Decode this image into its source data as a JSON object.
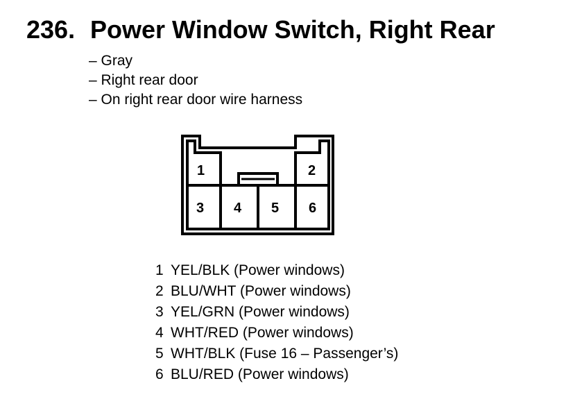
{
  "title": {
    "number": "236.",
    "text": "Power Window Switch, Right Rear"
  },
  "description": [
    "– Gray",
    "– Right rear door",
    "– On right rear door wire harness"
  ],
  "connector": {
    "cavities": [
      "1",
      "2",
      "3",
      "4",
      "5",
      "6"
    ]
  },
  "pins": [
    {
      "num": "1",
      "text": "YEL/BLK (Power windows)"
    },
    {
      "num": "2",
      "text": "BLU/WHT (Power windows)"
    },
    {
      "num": "3",
      "text": "YEL/GRN (Power windows)"
    },
    {
      "num": "4",
      "text": "WHT/RED (Power windows)"
    },
    {
      "num": "5",
      "text": "WHT/BLK (Fuse 16 – Passenger’s)"
    },
    {
      "num": "6",
      "text": "BLU/RED (Power windows)"
    }
  ]
}
